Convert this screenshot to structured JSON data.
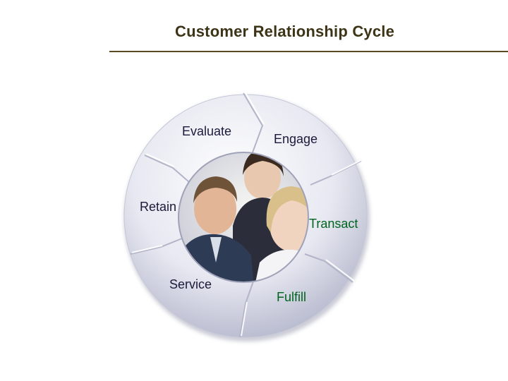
{
  "title": "Customer Relationship Cycle",
  "stages": {
    "evaluate": "Evaluate",
    "engage": "Engage",
    "retain": "Retain",
    "transact": "Transact",
    "service": "Service",
    "fulfill": "Fulfill"
  },
  "center_image": "photo-of-three-business-people",
  "colors": {
    "title": "#3d3417",
    "rule": "#5a4a22",
    "label_default": "#1a1a3a",
    "label_highlight": "#00641e",
    "segment_fill": "#d9dbe8",
    "segment_shadow": "#8a8da4"
  }
}
